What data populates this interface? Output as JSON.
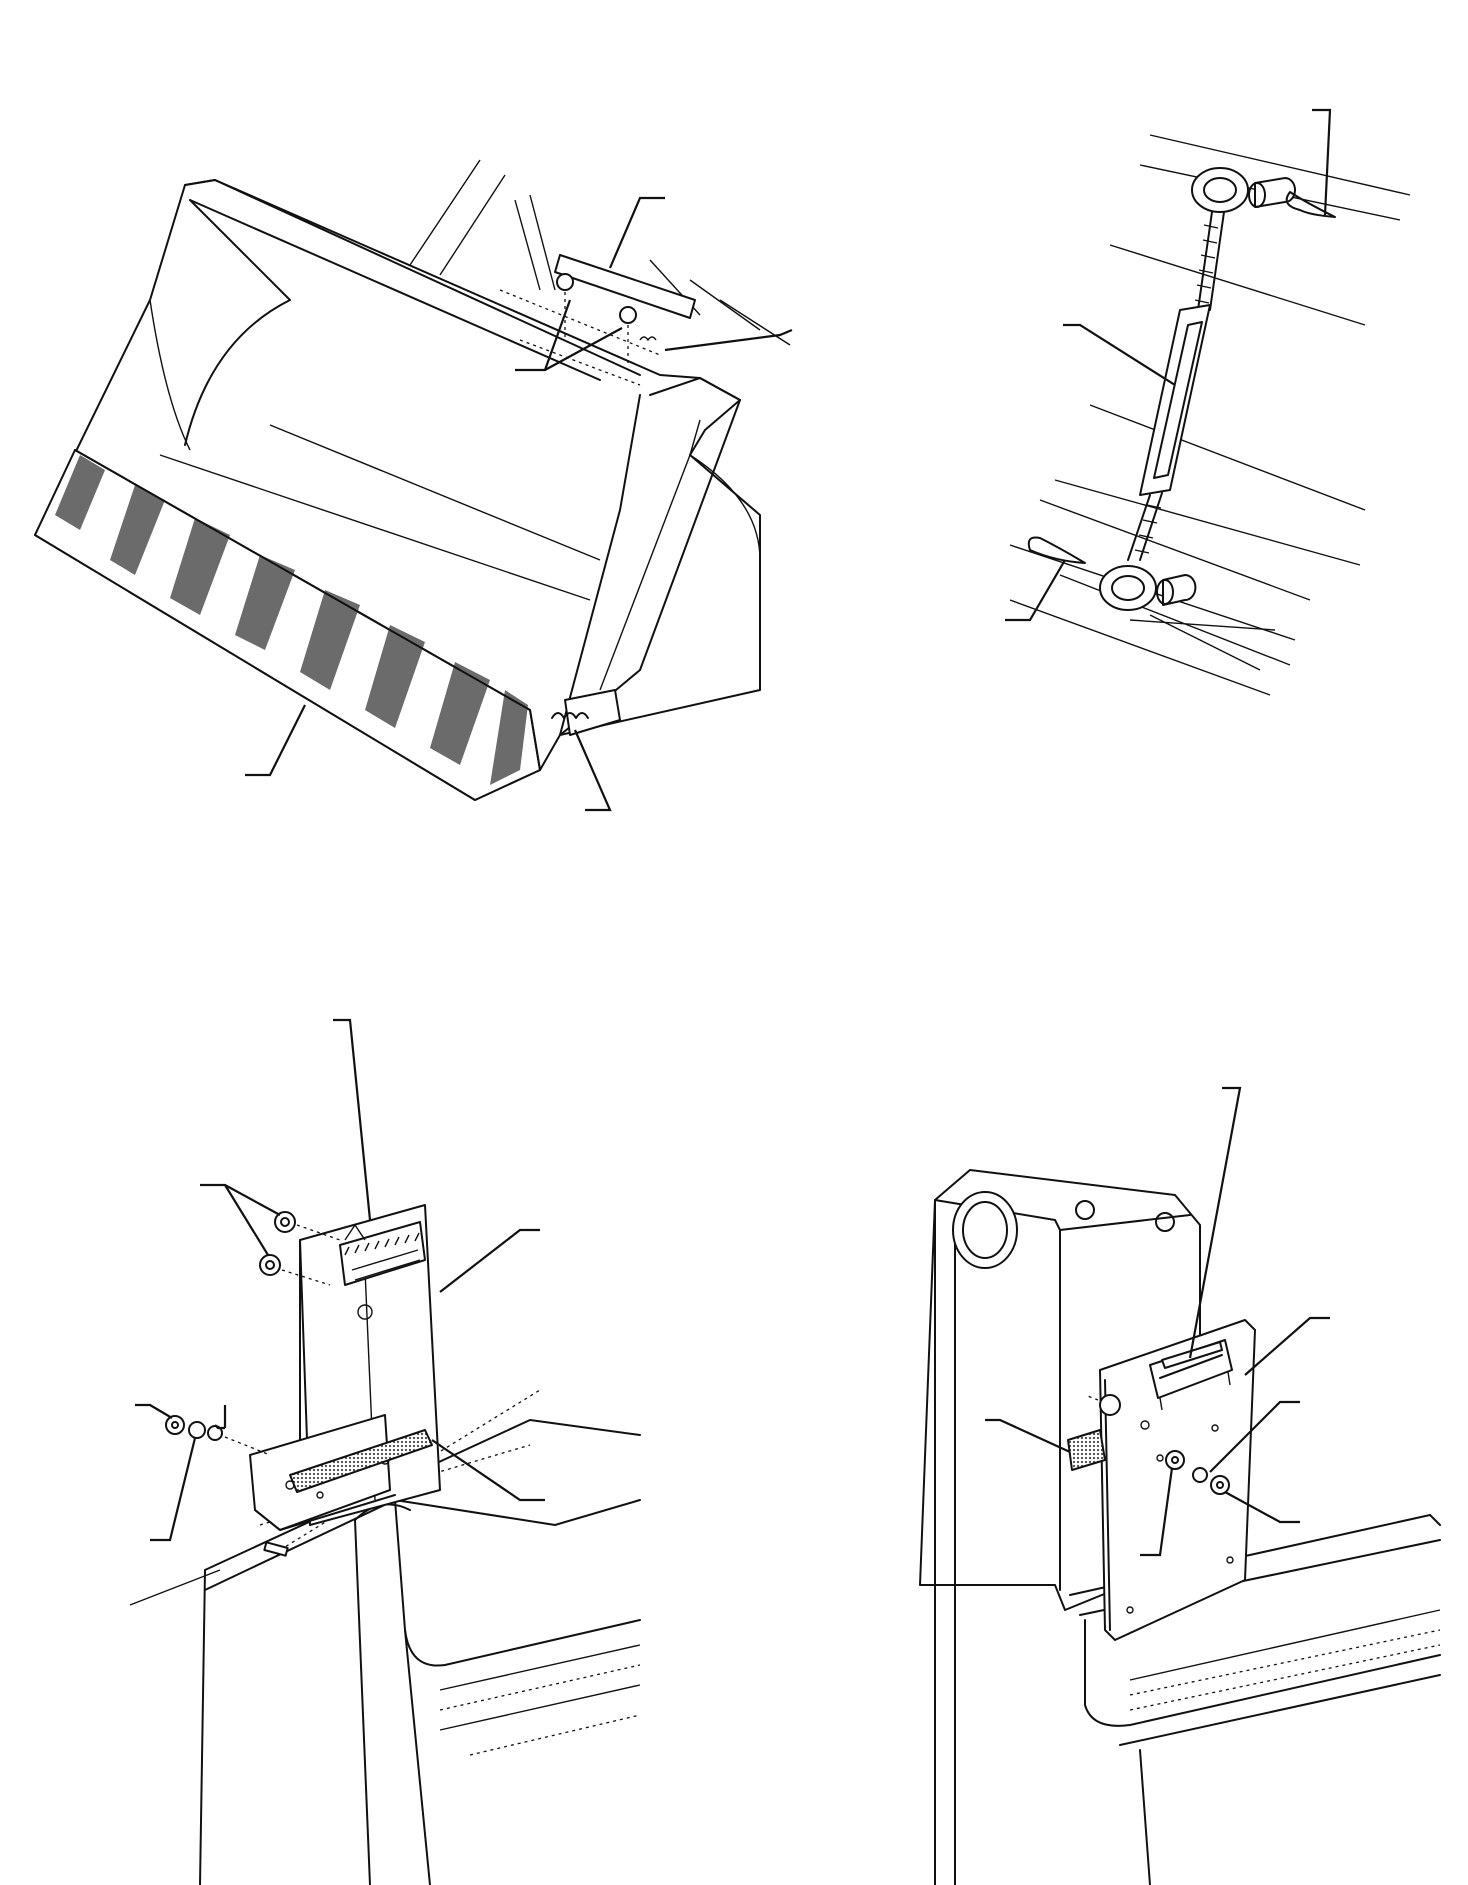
{
  "figure": {
    "panels": [
      {
        "id": "bucket-reflector-assembly"
      },
      {
        "id": "turnbuckle-assembly"
      },
      {
        "id": "left-bracket-assembly"
      },
      {
        "id": "right-bracket-assembly"
      }
    ]
  },
  "colors": {
    "line": "#111111",
    "stripe_fill": "#6b6b6b",
    "background": "#ffffff"
  }
}
